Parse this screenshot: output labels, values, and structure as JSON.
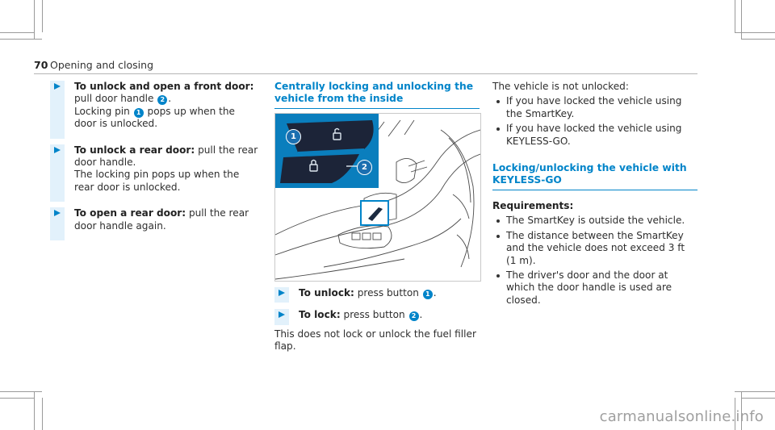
{
  "header": {
    "page_number": "70",
    "section_title": "Opening and closing"
  },
  "col1": {
    "steps": [
      {
        "bold": "To unlock and open a front door:",
        "t1": " pull door handle ",
        "badge": "2",
        "t2": ".",
        "extra": "Locking pin ",
        "extra_badge": "1",
        "extra_rest": " pops up when the door is unlocked."
      },
      {
        "bold": "To unlock a rear door:",
        "t1": " pull the rear door handle.",
        "extra": "The locking pin pops up when the rear door is unlocked."
      },
      {
        "bold": "To open a rear door:",
        "t1": " pull the rear door handle again."
      }
    ]
  },
  "col2": {
    "heading": "Centrally locking and unlocking the vehicle from the inside",
    "figure": {
      "callout_1": "1",
      "callout_2": "2"
    },
    "steps": [
      {
        "bold": "To unlock:",
        "t1": " press button ",
        "badge": "1",
        "t2": "."
      },
      {
        "bold": "To lock:",
        "t1": " press button ",
        "badge": "2",
        "t2": "."
      }
    ],
    "note": "This does not lock or unlock the fuel filler flap."
  },
  "col3": {
    "intro": "The vehicle is not unlocked:",
    "bullets": [
      "If you have locked the vehicle using the SmartKey.",
      "If you have locked the vehicle using KEYLESS-GO."
    ],
    "heading": "Locking/unlocking the vehicle with KEYLESS-GO",
    "requirements_label": "Requirements:",
    "requirements": [
      "The SmartKey is outside the vehicle.",
      "The distance between the SmartKey and the vehicle does not exceed 3 ft (1 m).",
      "The driver's door and the door at which the door handle is used are closed."
    ]
  },
  "watermark": "carmanualsonline.info",
  "colors": {
    "accent": "#0084c9",
    "step_bar": "#e2f1fb"
  }
}
